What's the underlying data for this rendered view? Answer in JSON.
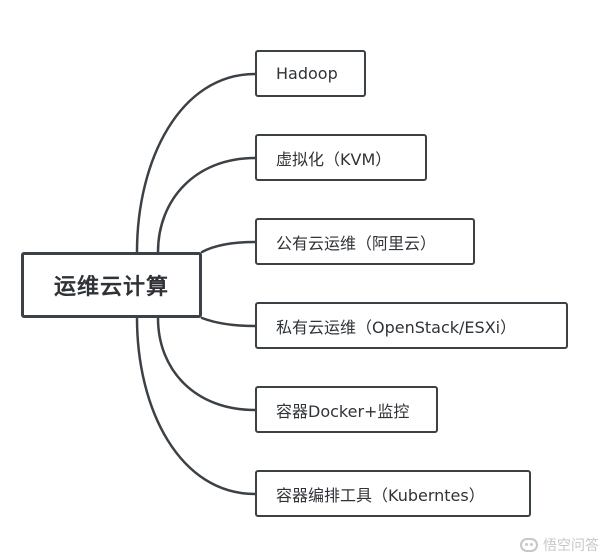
{
  "mindmap": {
    "root": "运维云计算",
    "children": [
      "Hadoop",
      "虚拟化（KVM）",
      "公有云运维（阿里云）",
      "私有云运维（OpenStack/ESXi）",
      "容器Docker+监控",
      "容器编排工具（Kuberntes）"
    ]
  },
  "watermark": {
    "text": "悟空问答",
    "icon": "speech-bubble-icon"
  },
  "colors": {
    "line": "#3c4146",
    "text": "#2f3337",
    "watermark": "#c7c7c7"
  }
}
